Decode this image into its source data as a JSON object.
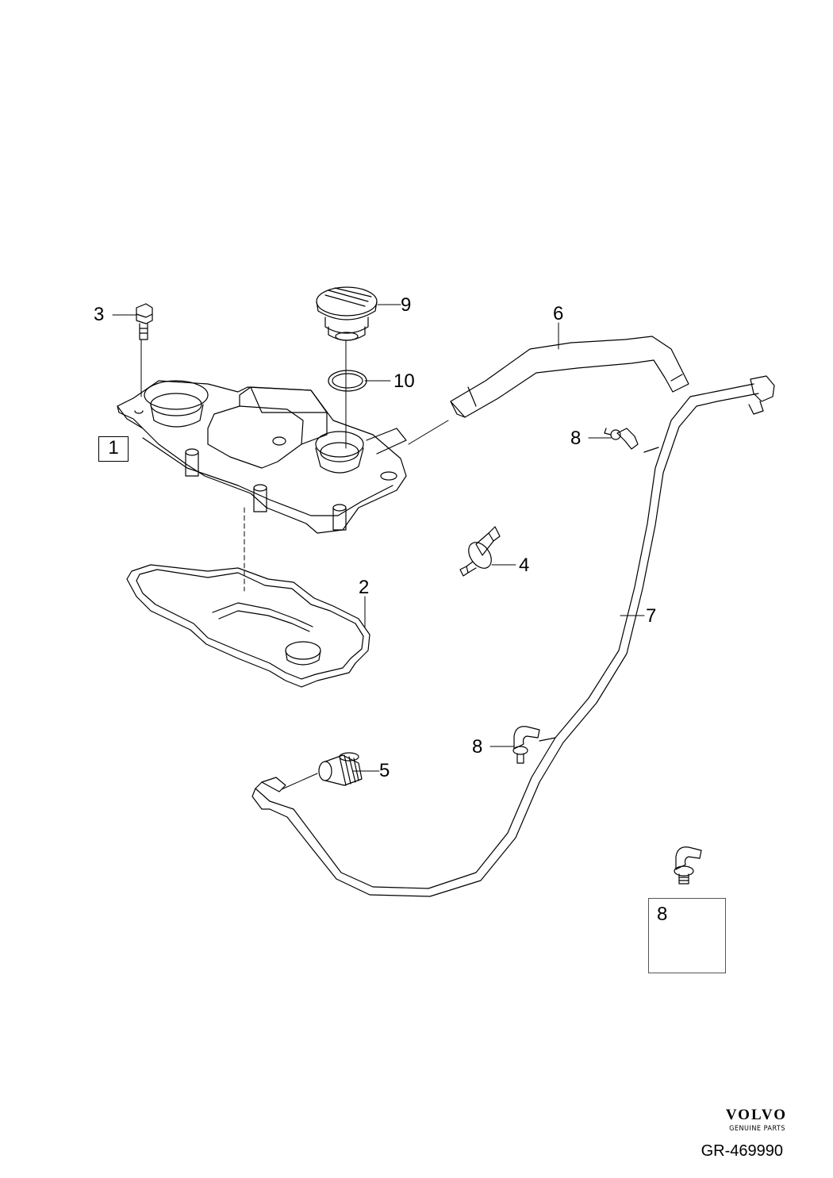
{
  "callouts": {
    "c1": "1",
    "c2": "2",
    "c3": "3",
    "c4": "4",
    "c5": "5",
    "c6": "6",
    "c7": "7",
    "c8a": "8",
    "c8b": "8",
    "c9": "9",
    "c10": "10",
    "inset8": "8"
  },
  "brand": {
    "name": "VOLVO",
    "tagline": "GENUINE PARTS"
  },
  "reference": "GR-469990"
}
